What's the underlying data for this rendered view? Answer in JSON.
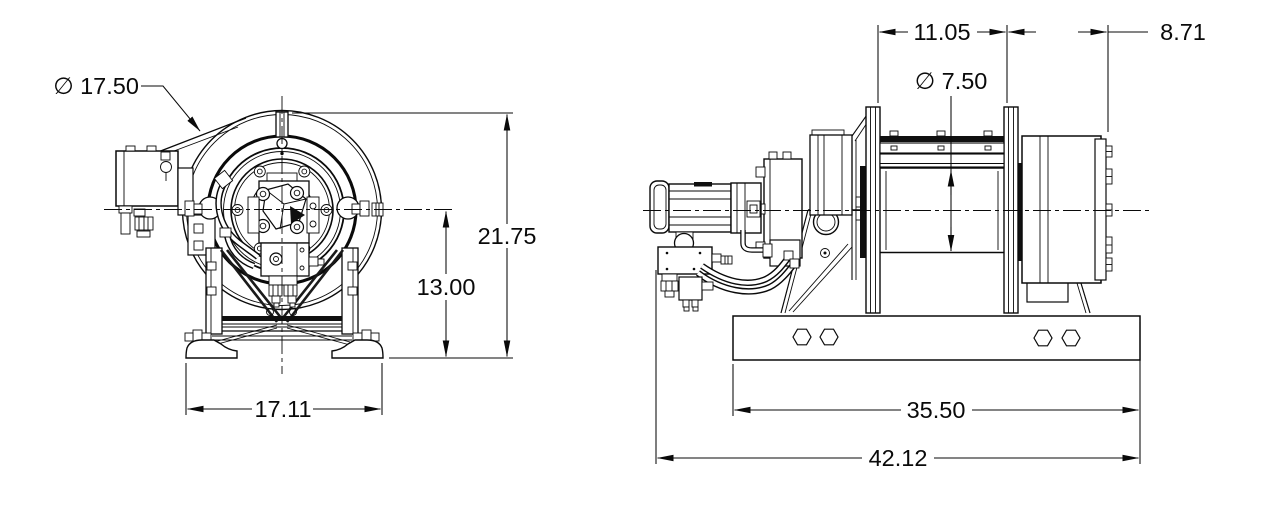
{
  "colors": {
    "line": "#000000",
    "text": "#000000",
    "background": "#ffffff"
  },
  "end_view": {
    "dimensions": {
      "flange_diameter": "∅ 17.50",
      "overall_height": "21.75",
      "centerline_height": "13.00",
      "base_width": "17.11"
    }
  },
  "side_view": {
    "dimensions": {
      "drum_length": "11.05",
      "motor_housing_length": "8.71",
      "drum_barrel_diameter": "∅ 7.50",
      "base_length": "35.50",
      "overall_length": "42.12"
    }
  }
}
